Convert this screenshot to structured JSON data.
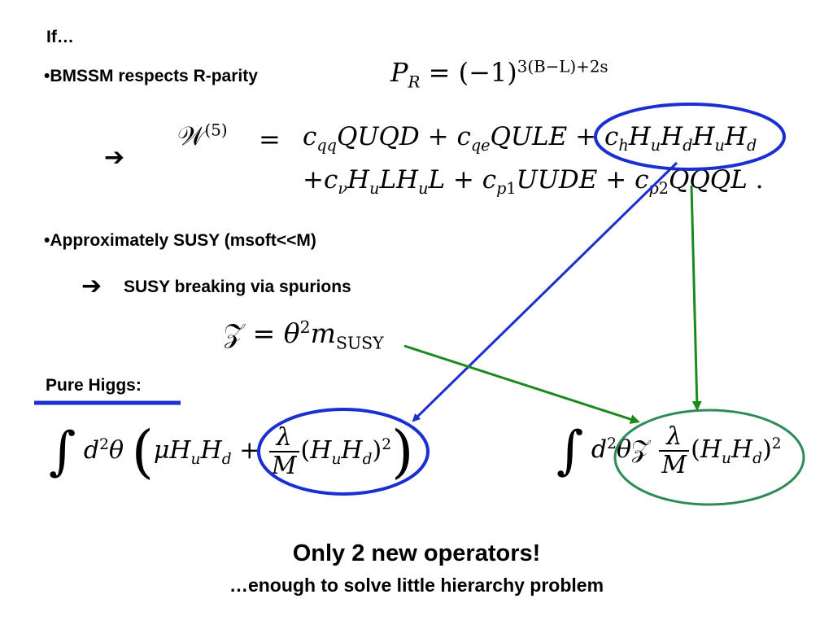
{
  "heading_if": "If…",
  "bullet_1": "•BMSSM respects R-parity",
  "bullet_2": "•Approximately SUSY (msoft<<M)",
  "arrow_glyph": "➔",
  "spurion_text": "SUSY breaking via spurions",
  "pure_higgs_label": "Pure Higgs:",
  "conclusion_title": "Only 2 new operators!",
  "conclusion_subtitle": "…enough to solve little hierarchy problem",
  "colors": {
    "blue": "#1a2fd0",
    "green": "#1a8a1a",
    "green_ellipse": "#2e8b57"
  },
  "equations": {
    "rparity_lhs": "P",
    "rparity_sub": "R",
    "rparity_rhs": "= (−1)",
    "rparity_exp": "3(B−L)+2s",
    "w_lhs": "𝒲",
    "w_sup": "(5)",
    "w_eq": "=",
    "w_line1": "c_qq QUQD + c_qe QULE + c_h H_u H_d H_u H_d",
    "w_line2": "+c_ν H_u L H_u L + c_p1 UUDE + c_p2 QQQL .",
    "spurion_eq": "𝒵 = θ² m_SUSY",
    "pure_higgs_left": "∫ d²θ ( μ H_u H_d + λ/M (H_u H_d)² )",
    "pure_higgs_right": "∫ d²θ 𝒵 λ/M (H_u H_d)²"
  }
}
